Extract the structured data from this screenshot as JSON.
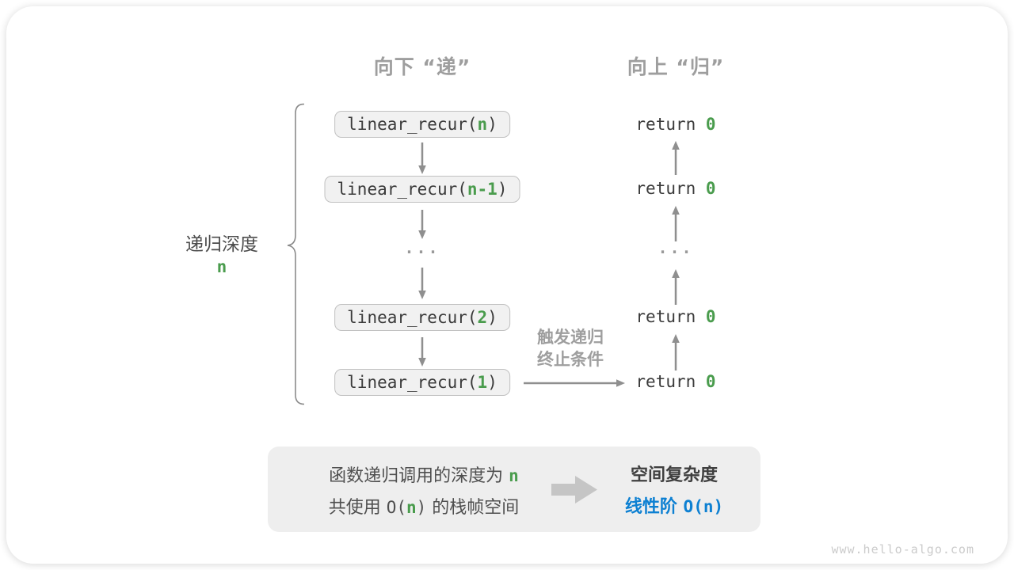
{
  "header": {
    "down": "向下 “递”",
    "up": "向上 “归”"
  },
  "depth": {
    "label": "递归深度",
    "value": "n"
  },
  "calls": [
    {
      "pre": "linear_recur(",
      "arg": "n",
      "post": ")"
    },
    {
      "pre": "linear_recur(",
      "arg": "n-1",
      "post": ")"
    },
    {
      "pre": "linear_recur(",
      "arg": "2",
      "post": ")"
    },
    {
      "pre": "linear_recur(",
      "arg": "1",
      "post": ")"
    }
  ],
  "ellipsis": "...",
  "returns": [
    {
      "kw": "return ",
      "val": "0"
    },
    {
      "kw": "return ",
      "val": "0"
    },
    {
      "kw": "return ",
      "val": "0"
    },
    {
      "kw": "return ",
      "val": "0"
    }
  ],
  "trigger": {
    "line1": "触发递归",
    "line2": "终止条件"
  },
  "summary": {
    "l1a": "函数递归调用的深度为 ",
    "l1b": "n",
    "l2a": "共使用 ",
    "l2b": "O(",
    "l2c": "n",
    "l2d": ")",
    "l2e": " 的栈帧空间",
    "title": "空间复杂度",
    "result_cjk": "线性阶 ",
    "result_o": "O(n)"
  },
  "watermark": "www.hello-algo.com",
  "colors": {
    "green": "#4a9c4d",
    "blue": "#0d80d2",
    "gray_heading": "#9e9e9e",
    "dark_text": "#3a3a3a",
    "arrow": "#8f8f8f",
    "box_fill": "#f1f1f1",
    "box_border": "#c1c1c1",
    "summary_fill": "#eeeeee"
  }
}
